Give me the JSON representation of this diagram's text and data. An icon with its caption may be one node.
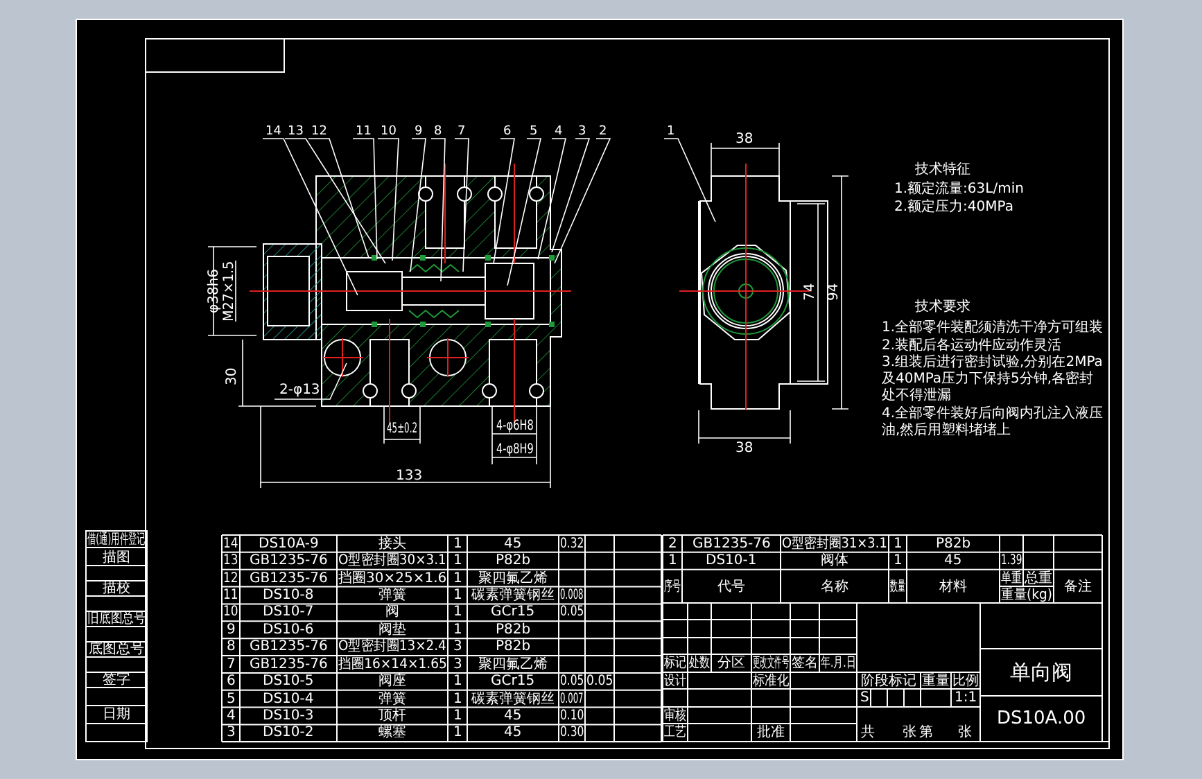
{
  "diagram": {
    "nodes": [
      {
        "text": [
          "14"
        ]
      },
      {
        "text": [
          "13"
        ]
      },
      {
        "text": [
          "12"
        ]
      },
      {
        "text": [
          "11"
        ]
      },
      {
        "text": [
          "10"
        ]
      },
      {
        "text": [
          "9"
        ]
      },
      {
        "text": [
          "8"
        ]
      },
      {
        "text": [
          "7"
        ]
      },
      {
        "text": [
          "6"
        ]
      },
      {
        "text": [
          "5"
        ]
      },
      {
        "text": [
          "4"
        ]
      },
      {
        "text": [
          "3"
        ]
      },
      {
        "text": [
          "2"
        ]
      },
      {
        "text": [
          "1"
        ]
      }
    ],
    "edges": [
      {
        "from": 0,
        "to": null,
        "arrow": "none"
      },
      {
        "from": 1,
        "to": null,
        "arrow": "none"
      },
      {
        "from": 2,
        "to": null,
        "arrow": "none"
      },
      {
        "from": 3,
        "to": null,
        "arrow": "none"
      },
      {
        "from": 4,
        "to": null,
        "arrow": "none"
      },
      {
        "from": 5,
        "to": null,
        "arrow": "none"
      },
      {
        "from": 6,
        "to": null,
        "arrow": "none"
      },
      {
        "from": 7,
        "to": null,
        "arrow": "none"
      },
      {
        "from": 8,
        "to": null,
        "arrow": "none"
      },
      {
        "from": 9,
        "to": null,
        "arrow": "none"
      },
      {
        "from": 10,
        "to": null,
        "arrow": "none"
      },
      {
        "from": 11,
        "to": null,
        "arrow": "none"
      },
      {
        "from": 12,
        "to": null,
        "arrow": "none"
      },
      {
        "from": 13,
        "to": null,
        "arrow": "none"
      }
    ],
    "labels": [
      "φ38h6",
      "M27×1.5",
      "30",
      "2-φ13",
      "45±0.2",
      "4-φ6H8",
      "4-φ8H9",
      "133",
      "38",
      "74",
      "94",
      "38",
      "技术特征",
      "1.额定流量:63L/min",
      "2.额定压力:40MPa",
      "技术要求",
      "1.全部零件装配须清洗干净方可组装",
      "2.装配后各运动件应动作灵活",
      "3.组装后进行密封试验,分别在2MPa及40MPa压力下保持5分钟,各密封处不得泄漏",
      "4.全部零件装好后向阀内孔注入液压油,然后用塑料堵堵上",
      "14",
      "DS10A-9",
      "接头",
      "1",
      "45",
      "0.32",
      "13",
      "GB1235-76",
      "O型密封圈30×3.1",
      "1",
      "P82b",
      "12",
      "GB1235-76",
      "挡圈30×25×1.6",
      "1",
      "聚四氟乙烯",
      "11",
      "DS10-8",
      "弹簧",
      "1",
      "碳素弹簧钢丝",
      "0.008",
      "10",
      "DS10-7",
      "阀",
      "1",
      "GCr15",
      "0.05",
      "9",
      "DS10-6",
      "阀垫",
      "1",
      "P82b",
      "8",
      "GB1235-76",
      "O型密封圈13×2.4",
      "3",
      "P82b",
      "7",
      "GB1235-76",
      "挡圈16×14×1.65",
      "3",
      "聚四氟乙烯",
      "6",
      "DS10-5",
      "阀座",
      "1",
      "GCr15",
      "0.05",
      "0.05",
      "5",
      "DS10-4",
      "弹簧",
      "1",
      "碳素弹簧钢丝",
      "0.007",
      "4",
      "DS10-3",
      "顶杆",
      "1",
      "45",
      "0.10",
      "3",
      "DS10-2",
      "螺塞",
      "1",
      "45",
      "0.30",
      "2",
      "GB1235-76",
      "O型密封圈31×3.1",
      "1",
      "P82b",
      "1",
      "DS10-1",
      "阀体",
      "1",
      "45",
      "1.39",
      "序号",
      "代号",
      "名称",
      "数量",
      "材料",
      "单重",
      "总重",
      "重量(kg)",
      "备注",
      "标记",
      "处数",
      "分区",
      "更改文件号",
      "签名",
      "年.月.日",
      "设计",
      "标准化",
      "审核",
      "工艺",
      "批准",
      "阶段标记",
      "重量",
      "比例",
      "S",
      "1:1",
      "共",
      "张",
      "第",
      "张",
      "单向阀",
      "DS10A.00",
      "借(通)用件登记",
      "描图",
      "描校",
      "旧底图总号",
      "底图总号",
      "签字",
      "日期"
    ]
  }
}
